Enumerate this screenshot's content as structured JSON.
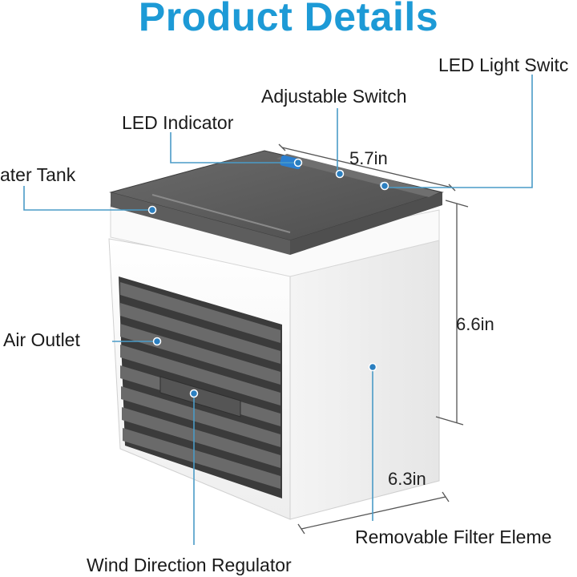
{
  "title": "Product Details",
  "labels": {
    "led_light_switch": "LED Light Switc",
    "adjustable_switch": "Adjustable Switch",
    "led_indicator": "LED Indicator",
    "water_tank": "ater Tank",
    "air_outlet": "Air Outlet",
    "removable_filter": "Removable Filter Eleme",
    "wind_direction": "Wind Direction Regulator"
  },
  "dimensions": {
    "width": "5.7in",
    "height": "6.6in",
    "depth": "6.3in"
  },
  "colors": {
    "title": "#1d9ad6",
    "callout_line": "#4a9bc7",
    "dot": "#2b7fc0"
  }
}
